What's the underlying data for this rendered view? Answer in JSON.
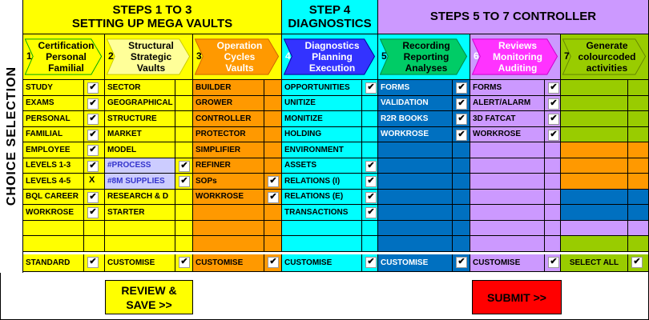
{
  "side_label": "CHOICE SELECTION",
  "headers": [
    {
      "line1": "STEPS 1 TO 3",
      "line2": "SETTING UP  MEGA VAULTS"
    },
    {
      "line1": "STEP 4",
      "line2": "DIAGNOSTICS"
    },
    {
      "line1": "STEPS 5 TO 7 CONTROLLER",
      "line2": ""
    }
  ],
  "steps": [
    {
      "num": "1",
      "text": "Certification\nPersonal\nFamilial",
      "color": "#ffff00",
      "text_color": "#000000"
    },
    {
      "num": "2",
      "text": "Structural\nStrategic\nVaults",
      "color": "#ffff99",
      "text_color": "#000000"
    },
    {
      "num": "3",
      "text": "Operation\nCycles\nVaults",
      "color": "#ff9900",
      "text_color": "#ffffff"
    },
    {
      "num": "4",
      "text": "Diagnostics\nPlanning\nExecution",
      "color": "#3333ff",
      "text_color": "#ffffff"
    },
    {
      "num": "5",
      "text": "Recording\nReporting\nAnalyses",
      "color": "#00cc66",
      "text_color": "#000000"
    },
    {
      "num": "6",
      "text": "Reviews\nMonitoring\nAuditing",
      "color": "#ff33ff",
      "text_color": "#ffffff"
    },
    {
      "num": "7",
      "text": "Generate\ncolourcoded\nactivities",
      "color": "#99cc00",
      "text_color": "#000000"
    }
  ],
  "columns": [
    {
      "items": [
        "STUDY",
        "EXAMS",
        "PERSONAL",
        "FAMILIAL",
        "EMPLOYEE",
        "LEVELS 1-3",
        "LEVELS 4-5",
        "BQL CAREER",
        "WORKROSE",
        "",
        ""
      ],
      "marks": [
        "check",
        "check",
        "check",
        "check",
        "check",
        "check",
        "x",
        "check",
        "check",
        "",
        ""
      ],
      "footer": "STANDARD",
      "footer_mark": "check"
    },
    {
      "items": [
        "SECTOR",
        "GEOGRAPHICAL",
        "STRUCTURE",
        "MARKET",
        "MODEL",
        "#PROCESS",
        "#8M SUPPLIES",
        "RESEARCH & D",
        "STARTER",
        "",
        ""
      ],
      "marks": [
        "",
        "",
        "",
        "",
        "",
        "check",
        "check",
        "",
        "",
        "",
        ""
      ],
      "footer": "CUSTOMISE",
      "footer_mark": "check"
    },
    {
      "items": [
        "BUILDER",
        "GROWER",
        "CONTROLLER",
        "PROTECTOR",
        "SIMPLIFIER",
        "REFINER",
        "SOPs",
        "WORKROSE",
        "",
        "",
        ""
      ],
      "marks": [
        "",
        "",
        "",
        "",
        "",
        "",
        "check",
        "check",
        "",
        "",
        ""
      ],
      "footer": "CUSTOMISE",
      "footer_mark": "check"
    },
    {
      "items": [
        "OPPORTUNITIES",
        "UNITIZE",
        "MONITIZE",
        "HOLDING",
        "ENVIRONMENT",
        "ASSETS",
        "RELATIONS (I)",
        "RELATIONS (E)",
        "TRANSACTIONS",
        "",
        ""
      ],
      "marks": [
        "check",
        "",
        "",
        "",
        "",
        "check",
        "check",
        "check",
        "check",
        "",
        ""
      ],
      "footer": "CUSTOMISE",
      "footer_mark": "check"
    },
    {
      "items": [
        "FORMS",
        "VALIDATION",
        "R2R BOOKS",
        "WORKROSE",
        "",
        "",
        "",
        "",
        "",
        "",
        ""
      ],
      "marks": [
        "check",
        "check",
        "check",
        "check",
        "",
        "",
        "",
        "",
        "",
        "",
        ""
      ],
      "footer": "CUSTOMISE",
      "footer_mark": "check"
    },
    {
      "items": [
        "FORMS",
        "ALERT/ALARM",
        "3D FATCAT",
        "WORKROSE",
        "",
        "",
        "",
        "",
        "",
        "",
        ""
      ],
      "marks": [
        "check",
        "check",
        "check",
        "check",
        "",
        "",
        "",
        "",
        "",
        "",
        ""
      ],
      "footer": "CUSTOMISE",
      "footer_mark": "check"
    },
    {
      "items": [
        "",
        "",
        "",
        "",
        "",
        "",
        "",
        "",
        "",
        "",
        ""
      ],
      "marks": [
        "",
        "",
        "",
        "",
        "",
        "",
        "",
        "",
        "",
        "",
        ""
      ],
      "footer": "SELECT ALL",
      "footer_mark": "check"
    }
  ],
  "buttons": {
    "review": "REVIEW &\nSAVE >>",
    "submit": "SUBMIT >>"
  }
}
